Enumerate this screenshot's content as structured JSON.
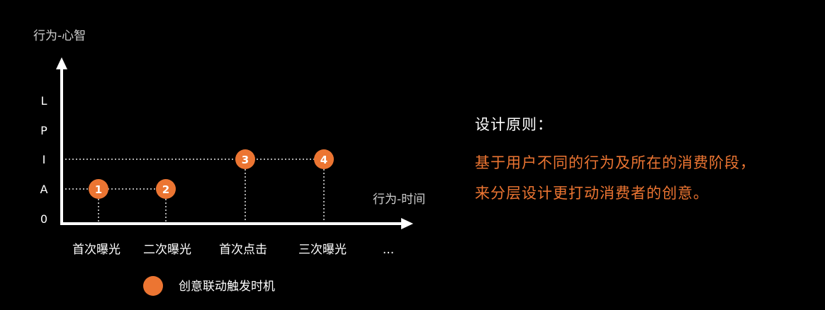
{
  "diagram": {
    "y_axis_title": "行为-心智",
    "x_axis_title": "行为-时间",
    "y_levels": [
      "L",
      "P",
      "I",
      "A",
      "0"
    ],
    "x_categories": [
      "首次曝光",
      "二次曝光",
      "首次点击",
      "三次曝光",
      "..."
    ],
    "trigger_points": [
      {
        "label": "1",
        "category": "首次曝光",
        "level": "A"
      },
      {
        "label": "2",
        "category": "二次曝光",
        "level": "A"
      },
      {
        "label": "3",
        "category": "首次点击",
        "level": "I"
      },
      {
        "label": "4",
        "category": "三次曝光",
        "level": "I"
      }
    ],
    "legend_label": "创意联动触发时机"
  },
  "principle": {
    "title": "设计原则：",
    "lines": [
      "基于用户不同的行为及所在的消费阶段，",
      "来分层设计更打动消费者的创意。"
    ]
  },
  "colors": {
    "background": "#000000",
    "accent": "#ec7532",
    "axis": "#ffffff",
    "text": "#ffffff",
    "muted_text": "#cfcfcf"
  }
}
